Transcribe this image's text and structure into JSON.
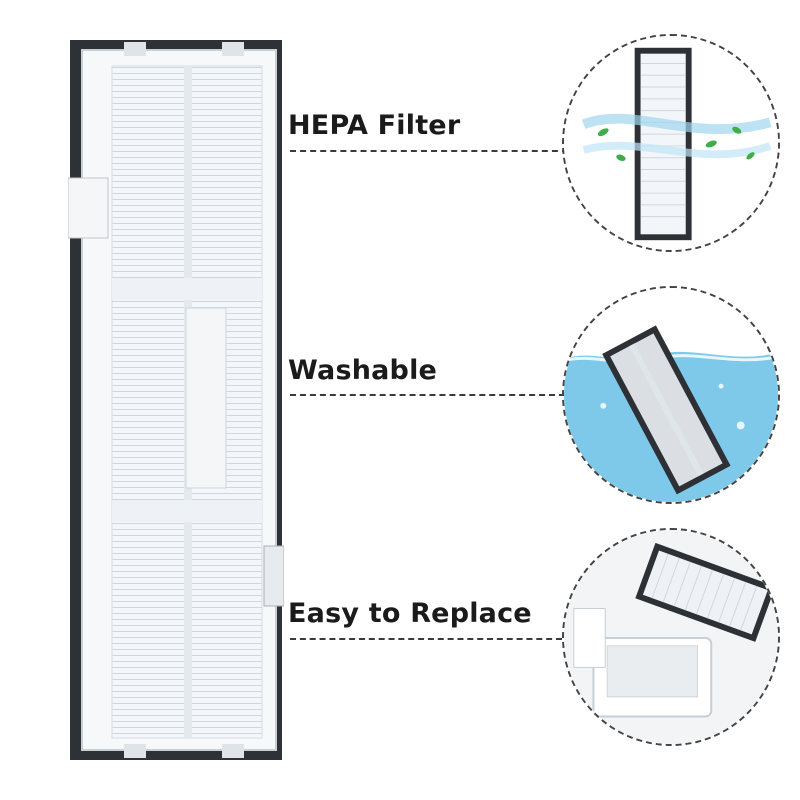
{
  "features": [
    {
      "label": "HEPA Filter",
      "illustration": "hepa-filter-airflow"
    },
    {
      "label": "Washable",
      "illustration": "filter-in-water"
    },
    {
      "label": "Easy to Replace",
      "illustration": "filter-installation"
    }
  ],
  "colors": {
    "frame": "#2e3236",
    "pleat": "#e9eef2",
    "water": "#7ec8ea",
    "leaf": "#3fae4a",
    "label_text": "#1b1b1b"
  }
}
